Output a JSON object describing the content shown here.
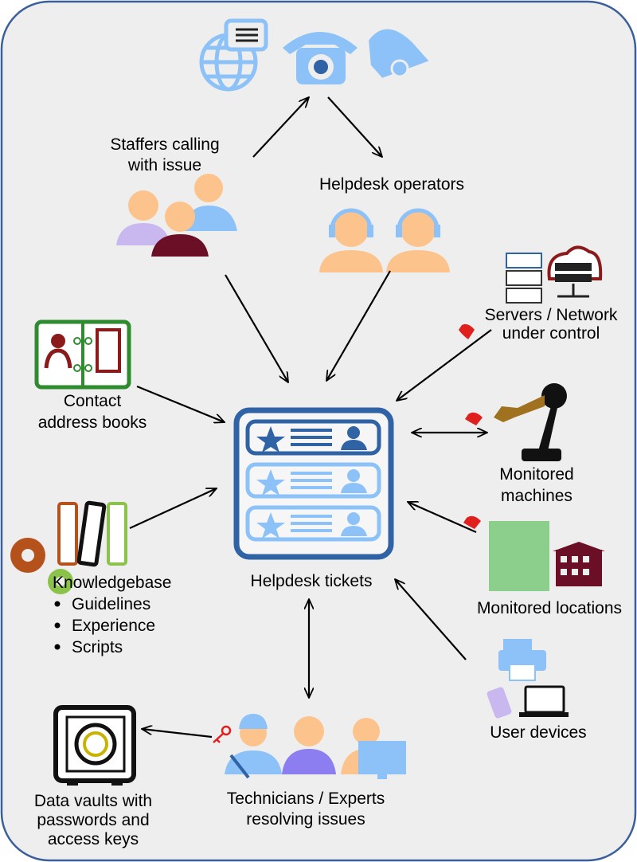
{
  "colors": {
    "background": "#eeeeee",
    "border": "#3a5f9a",
    "ticket_dark": "#2f63a6",
    "ticket_light": "#8cc2f7",
    "person_skin": "#fcc48c",
    "alert_red": "#e0201c"
  },
  "labels": {
    "staffers": [
      "Staffers calling",
      "with issue"
    ],
    "operators": "Helpdesk operators",
    "servers": [
      "Servers / Network",
      "under control"
    ],
    "contacts": [
      "Contact",
      "address books"
    ],
    "machines": [
      "Monitored",
      "machines"
    ],
    "tickets": "Helpdesk tickets",
    "knowledgebase": {
      "title": "Knowledgebase",
      "items": [
        "Guidelines",
        "Experience",
        "Scripts"
      ]
    },
    "locations": "Monitored locations",
    "devices": "User devices",
    "vaults": [
      "Data vaults with",
      "passwords and",
      "access keys"
    ],
    "technicians": [
      "Technicians / Experts",
      "resolving issues"
    ]
  },
  "icons": [
    "globe-chat-icon",
    "telephone-icon",
    "bell-icon",
    "staff-group-icon",
    "headset-operator-icon",
    "server-cloud-icon",
    "address-book-icon",
    "robot-arm-icon",
    "ticket-board-icon",
    "binders-gears-icon",
    "buildings-icon",
    "printer-phone-laptop-icon",
    "safe-icon",
    "key-icon",
    "technicians-icon",
    "alarm-bell-icon"
  ]
}
